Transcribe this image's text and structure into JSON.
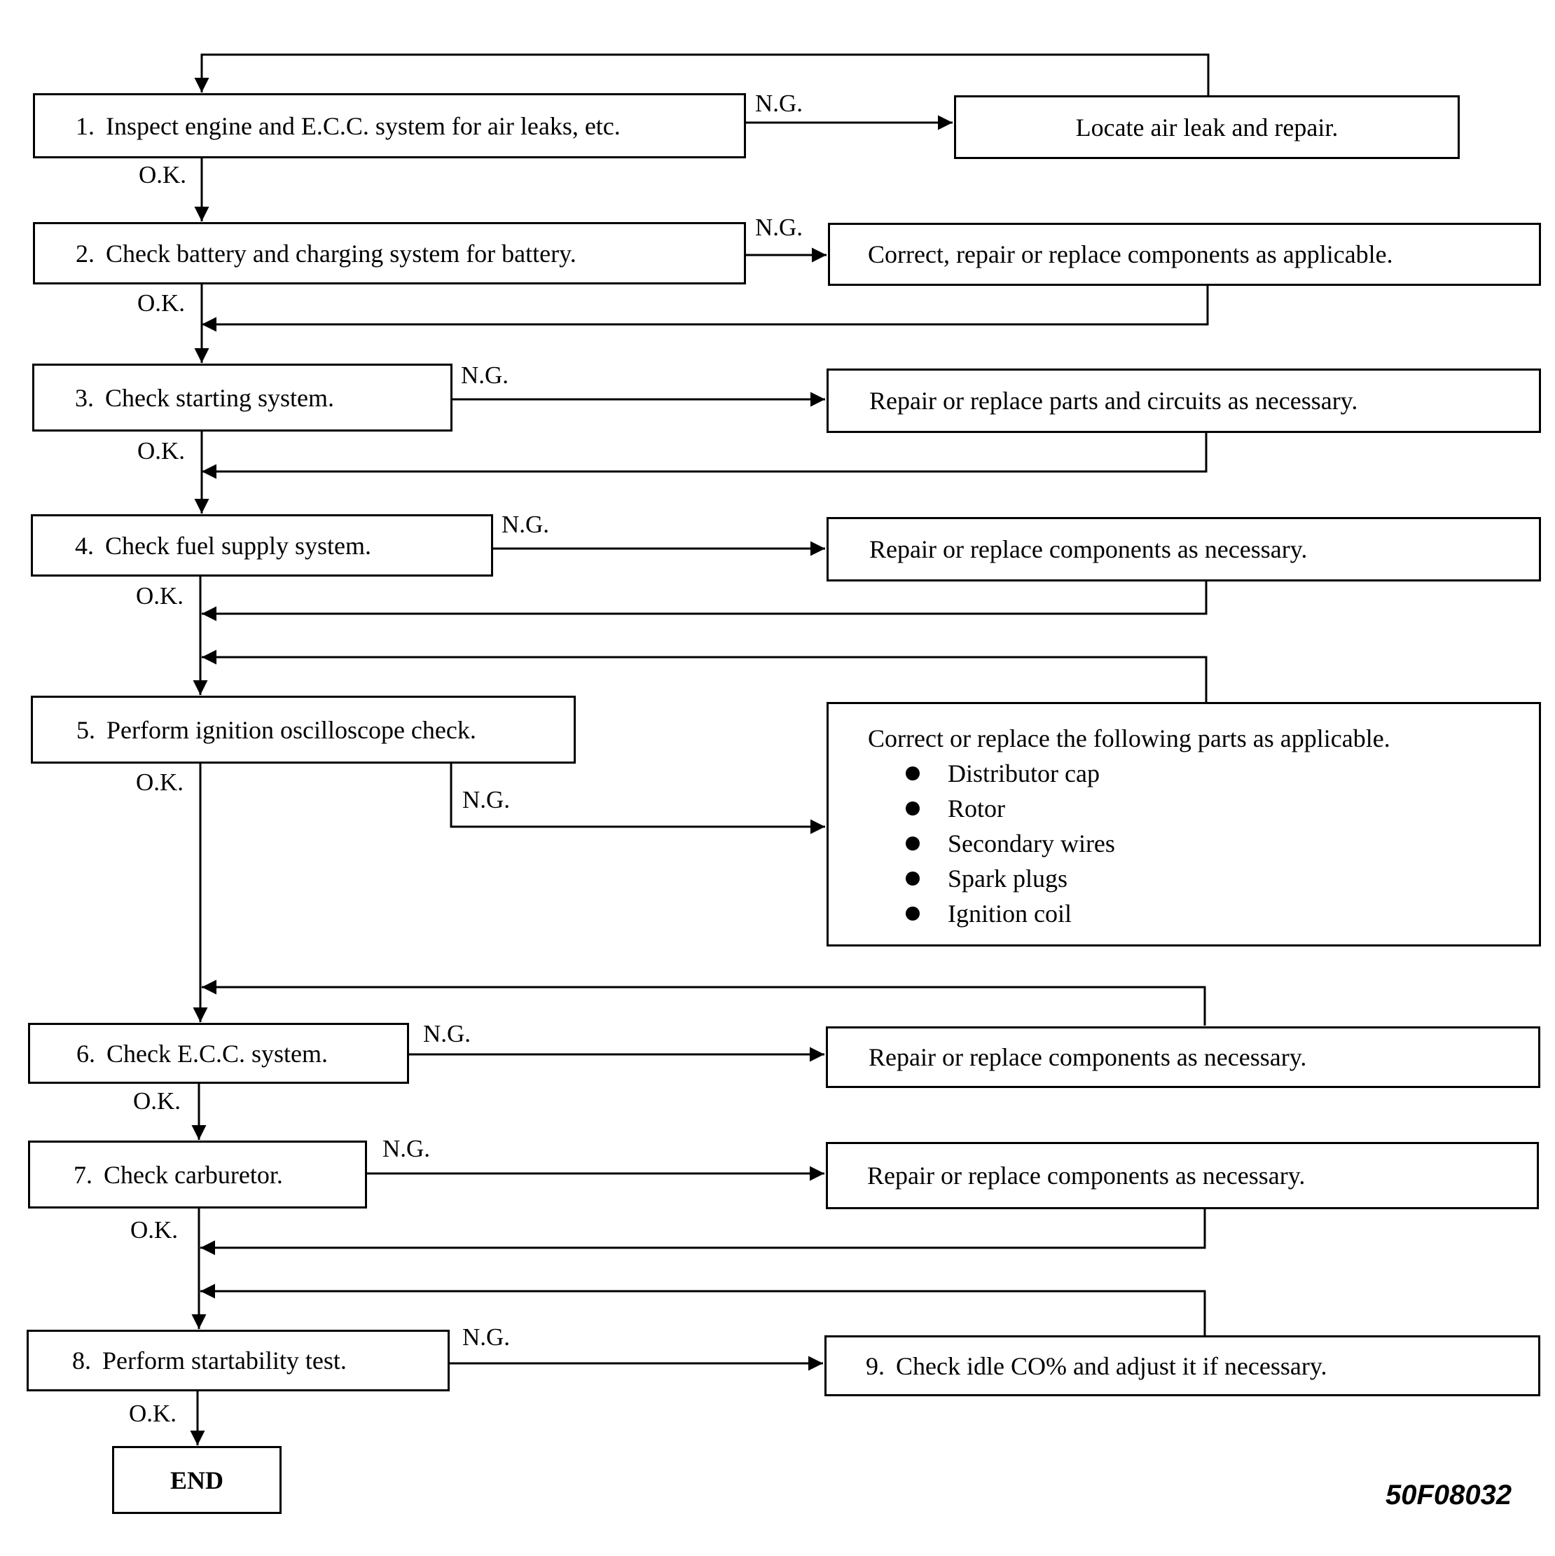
{
  "steps": [
    {
      "num": "1.",
      "text": "Inspect engine and E.C.C. system for air leaks, etc."
    },
    {
      "num": "2.",
      "text": "Check battery and charging system for battery."
    },
    {
      "num": "3.",
      "text": "Check starting system."
    },
    {
      "num": "4.",
      "text": "Check fuel supply system."
    },
    {
      "num": "5.",
      "text": "Perform ignition oscilloscope check."
    },
    {
      "num": "6.",
      "text": "Check E.C.C. system."
    },
    {
      "num": "7.",
      "text": "Check carburetor."
    },
    {
      "num": "8.",
      "text": "Perform startability test."
    }
  ],
  "actions": [
    {
      "text": "Locate air leak and repair."
    },
    {
      "text": "Correct, repair or replace components as applicable."
    },
    {
      "text": "Repair or replace parts and circuits as necessary."
    },
    {
      "text": "Repair or replace components as necessary."
    },
    {
      "text": "Correct or replace the following parts as applicable.",
      "items": [
        "Distributor cap",
        "Rotor",
        "Secondary wires",
        "Spark plugs",
        "Ignition coil"
      ]
    },
    {
      "text": "Repair or replace components as necessary."
    },
    {
      "text": "Repair or replace components as necessary."
    },
    {
      "num": "9.",
      "text": "Check idle CO% and adjust it if necessary."
    }
  ],
  "labels": {
    "ok": "O.K.",
    "ng": "N.G."
  },
  "end_label": "END",
  "figure_code": "50F08032"
}
